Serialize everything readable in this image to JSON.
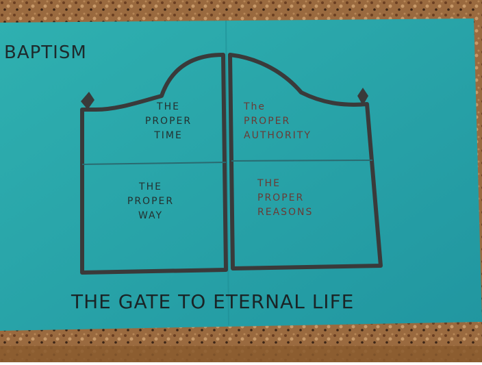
{
  "poster": {
    "title": "BAPTISM",
    "caption": "THE GATE TO ETERNAL LIFE",
    "colors": {
      "paper": "#2aa7a7",
      "ink": "#1e2a2c",
      "gate_outline": "#3a3a3a",
      "counter": "#8a5a3a"
    }
  },
  "gate": {
    "panels": [
      {
        "text": "THE\nPROPER\nTIME"
      },
      {
        "text": "The\nPROPER\nAUTHORITY"
      },
      {
        "text": "THE\nPROPER\nWAY"
      },
      {
        "text": "THE\nPROPER\nREASONS"
      }
    ]
  }
}
